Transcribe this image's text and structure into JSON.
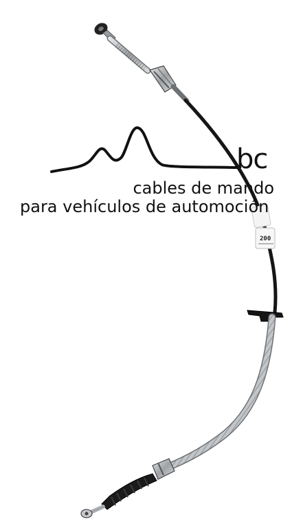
{
  "logo": {
    "brand": "bc",
    "tagline_line1": "cables de mando",
    "tagline_line2": "para vehículos de automoción"
  },
  "label_tag": {
    "text": "200"
  },
  "colors": {
    "ink": "#111111",
    "cable_jacket": "#1a1a1a",
    "metal": "#b9bcbf",
    "background": "#ffffff"
  }
}
